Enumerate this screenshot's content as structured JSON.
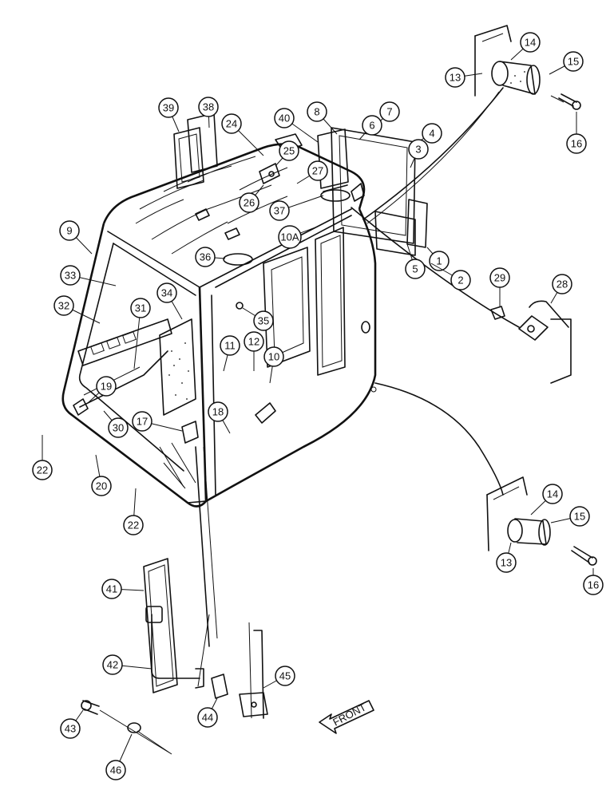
{
  "figure": {
    "front_label": "FRONT",
    "callouts": [
      {
        "label": "14"
      },
      {
        "label": "15"
      },
      {
        "label": "13"
      },
      {
        "label": "16"
      },
      {
        "label": "39"
      },
      {
        "label": "38"
      },
      {
        "label": "24"
      },
      {
        "label": "40"
      },
      {
        "label": "8"
      },
      {
        "label": "7"
      },
      {
        "label": "6"
      },
      {
        "label": "4"
      },
      {
        "label": "3"
      },
      {
        "label": "25"
      },
      {
        "label": "27"
      },
      {
        "label": "26"
      },
      {
        "label": "37"
      },
      {
        "label": "10A"
      },
      {
        "label": "9"
      },
      {
        "label": "5"
      },
      {
        "label": "1"
      },
      {
        "label": "2"
      },
      {
        "label": "36"
      },
      {
        "label": "33"
      },
      {
        "label": "29"
      },
      {
        "label": "28"
      },
      {
        "label": "34"
      },
      {
        "label": "32"
      },
      {
        "label": "31"
      },
      {
        "label": "35"
      },
      {
        "label": "11"
      },
      {
        "label": "12"
      },
      {
        "label": "10"
      },
      {
        "label": "19"
      },
      {
        "label": "30"
      },
      {
        "label": "18"
      },
      {
        "label": "17"
      },
      {
        "label": "22"
      },
      {
        "label": "20"
      },
      {
        "label": "22"
      },
      {
        "label": "14"
      },
      {
        "label": "15"
      },
      {
        "label": "13"
      },
      {
        "label": "16"
      },
      {
        "label": "41"
      },
      {
        "label": "42"
      },
      {
        "label": "45"
      },
      {
        "label": "43"
      },
      {
        "label": "44"
      },
      {
        "label": "46"
      }
    ]
  }
}
